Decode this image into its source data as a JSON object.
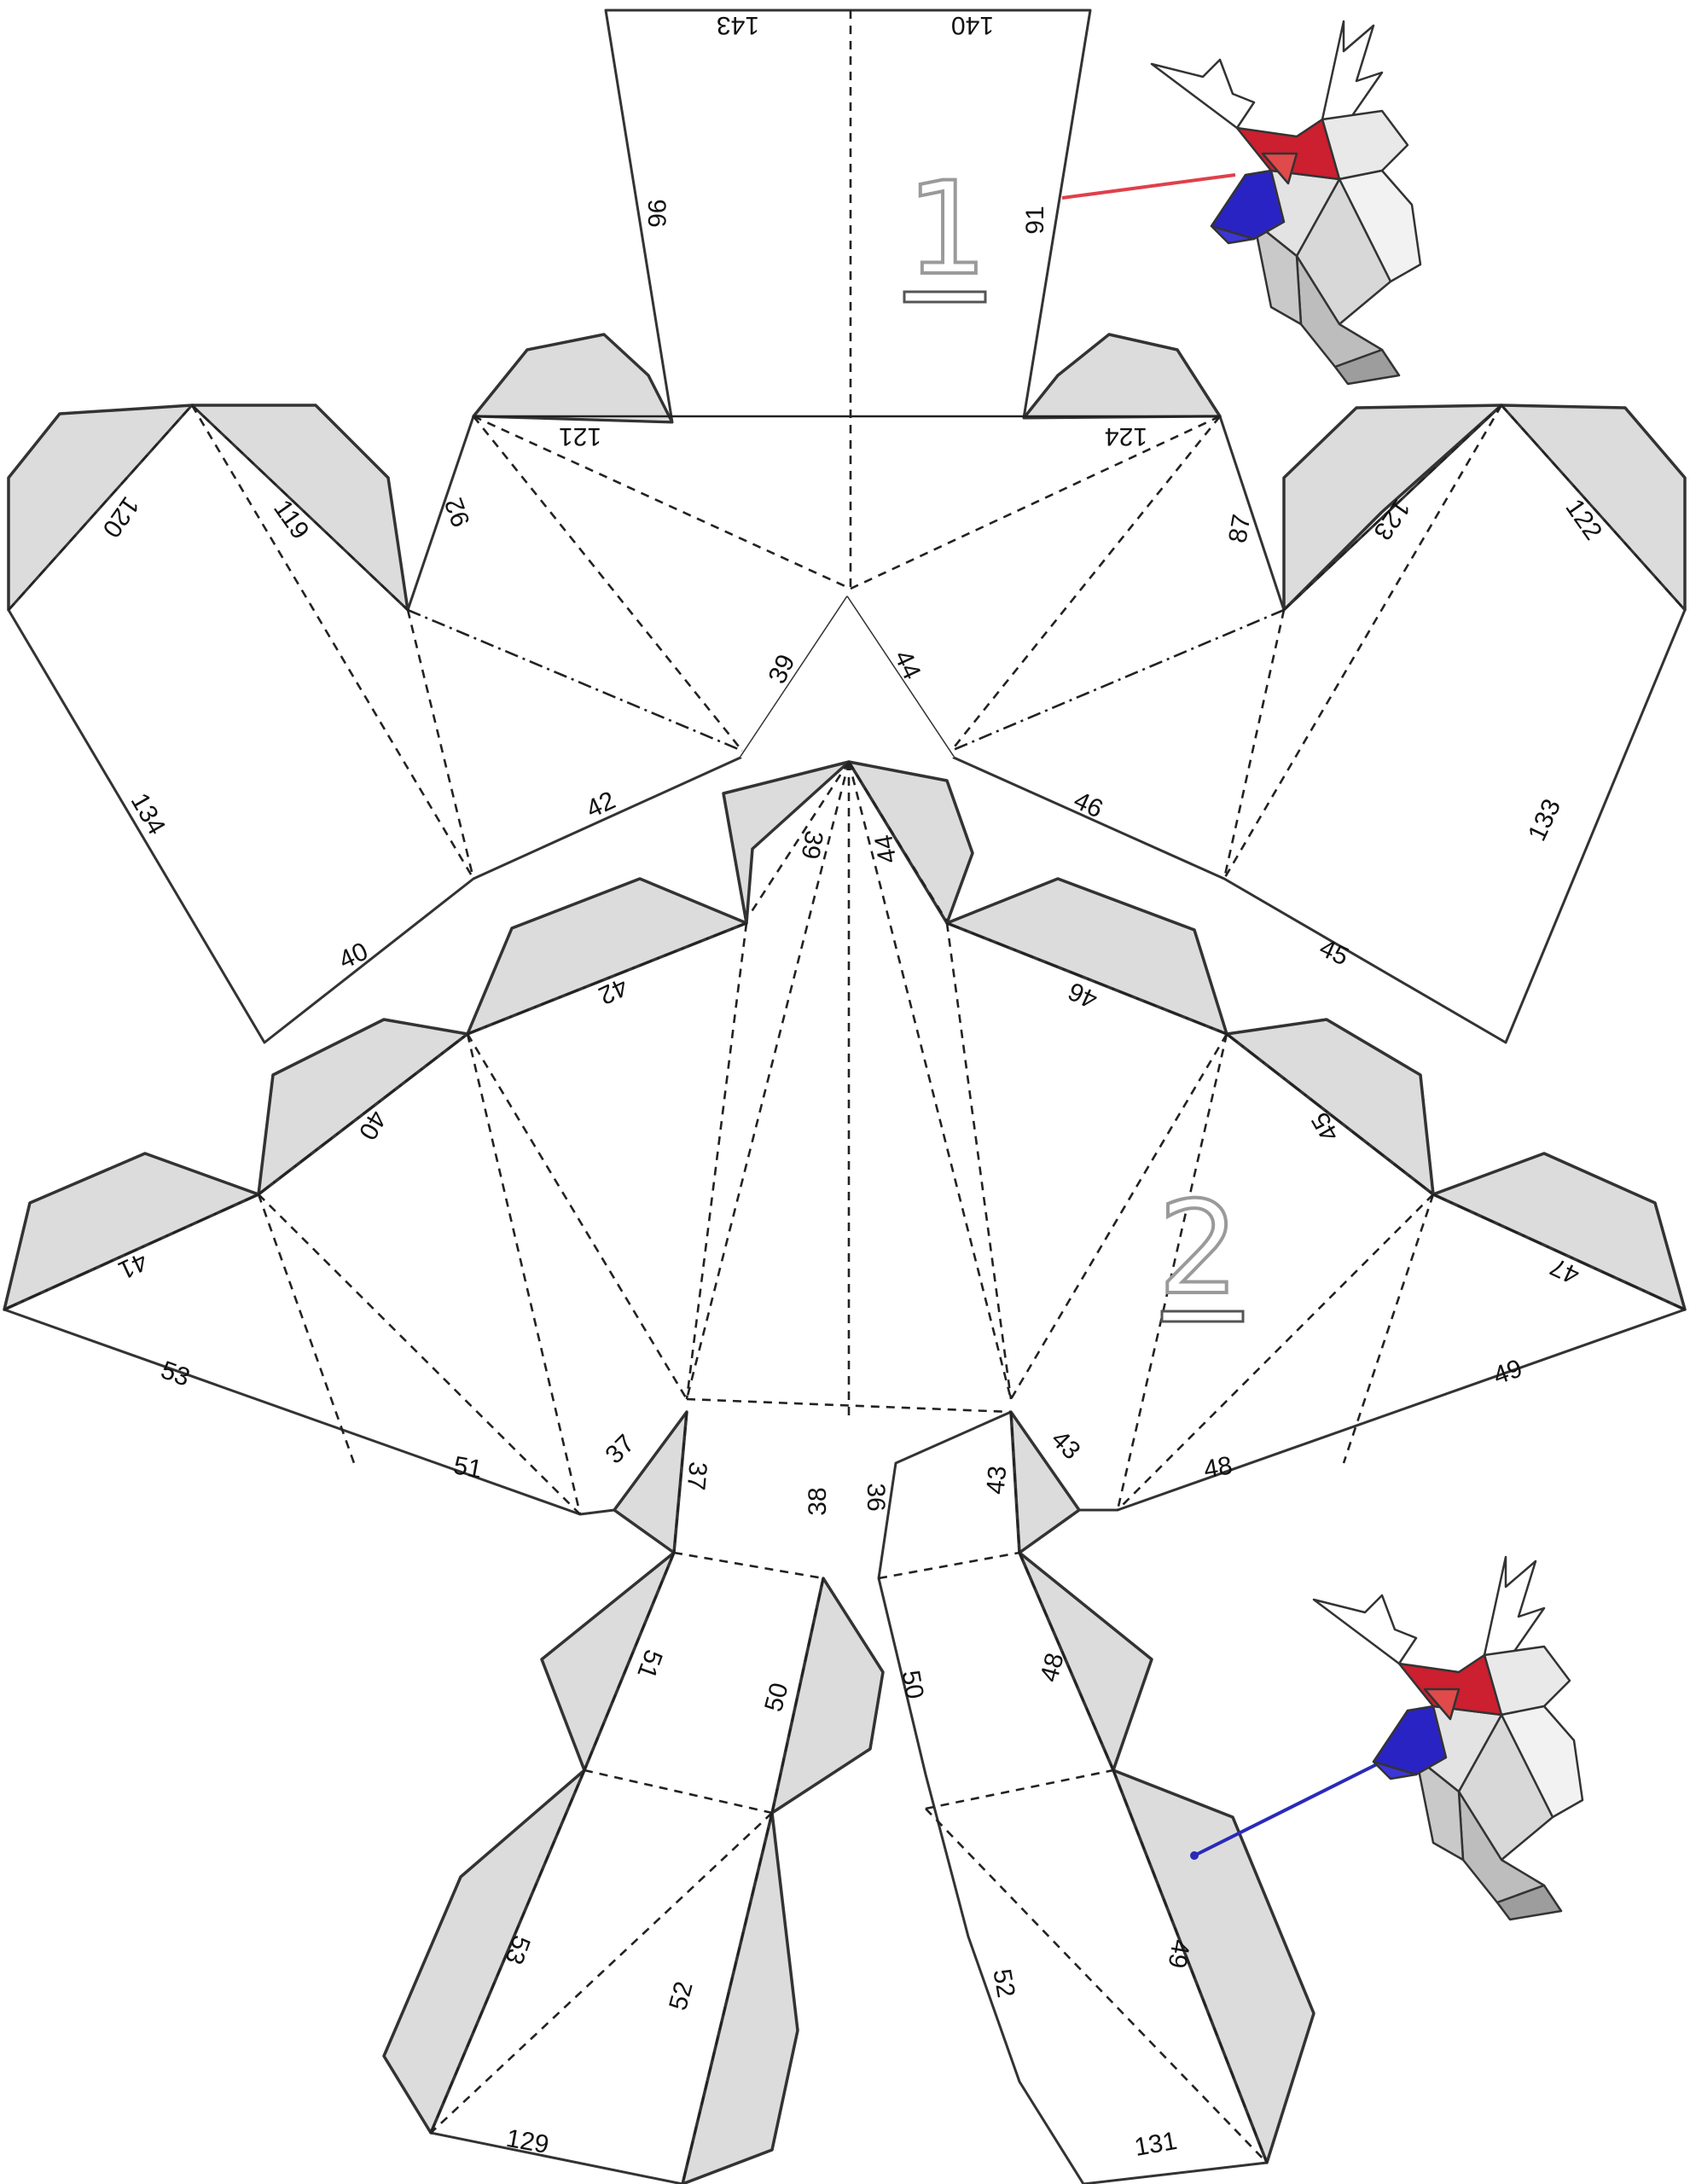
{
  "parts": [
    {
      "id": "part-1",
      "label": "1"
    },
    {
      "id": "part-2",
      "label": "2"
    }
  ],
  "edge_labels": [
    "143",
    "140",
    "96",
    "91",
    "121",
    "124",
    "120",
    "119",
    "92",
    "87",
    "123",
    "122",
    "39",
    "44",
    "134",
    "42",
    "46",
    "133",
    "40",
    "45",
    "39",
    "44",
    "42",
    "46",
    "40",
    "45",
    "41",
    "47",
    "53",
    "49",
    "51",
    "48",
    "37",
    "37",
    "38",
    "36",
    "43",
    "43",
    "51",
    "50",
    "50",
    "48",
    "53",
    "52",
    "52",
    "49",
    "129",
    "131"
  ],
  "colors": {
    "tab_fill": "#dcdcdc",
    "highlight_red": "#cc1f2f",
    "highlight_blue": "#2a23c4",
    "pointer_red": "#e0404a",
    "pointer_blue": "#2a2ab8"
  },
  "icons": [
    "deer-head-icon",
    "deer-head-icon"
  ]
}
